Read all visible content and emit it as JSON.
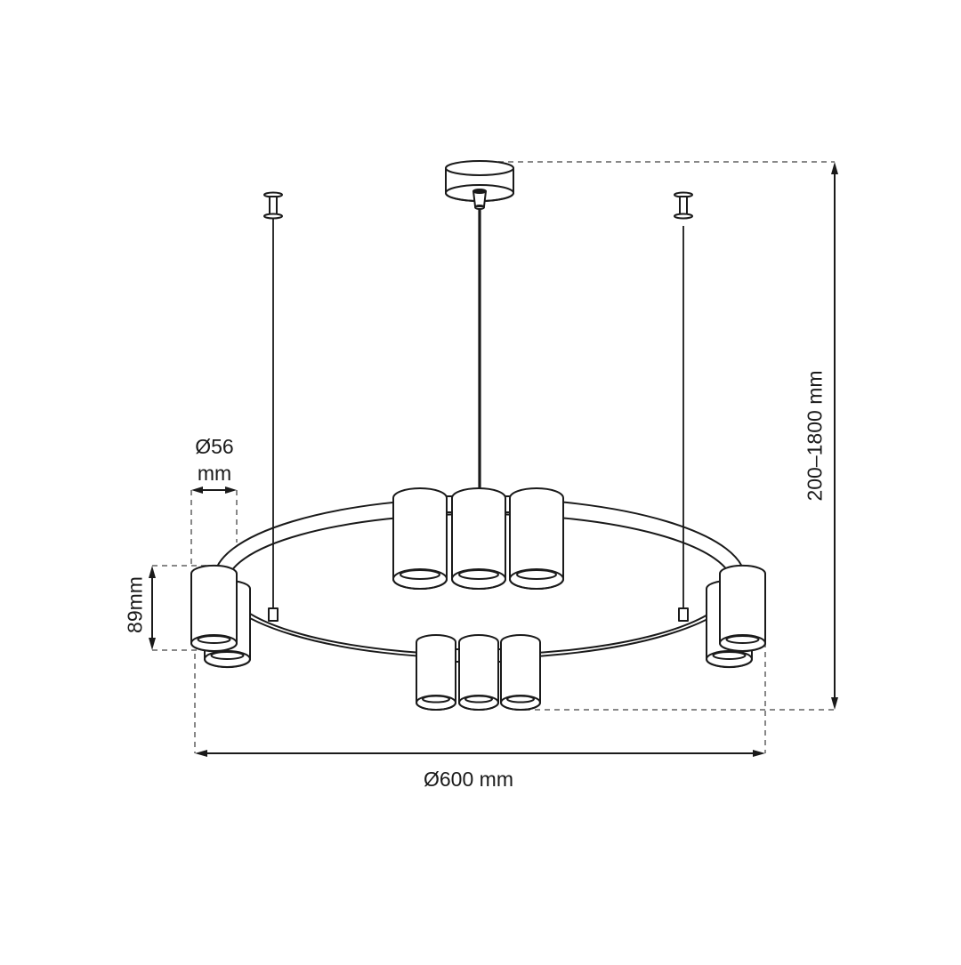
{
  "diagram": {
    "type": "product-dimension-drawing",
    "subject": "ring pendant lamp with spotlights",
    "colors": {
      "line": "#1a1a1a",
      "dimension_guide": "#888888",
      "background": "#ffffff"
    },
    "dimensions": {
      "overall_diameter": "Ø600 mm",
      "shade_diameter_value": "Ø56",
      "shade_diameter_unit": "mm",
      "shade_height": "89mm",
      "suspension_height": "200–1800 mm"
    },
    "components": {
      "ceiling_canopy": 1,
      "suspension_wires": 2,
      "central_rod": 1,
      "ring": 1,
      "spotlight_groups": 4,
      "spotlights_total": 10
    }
  }
}
